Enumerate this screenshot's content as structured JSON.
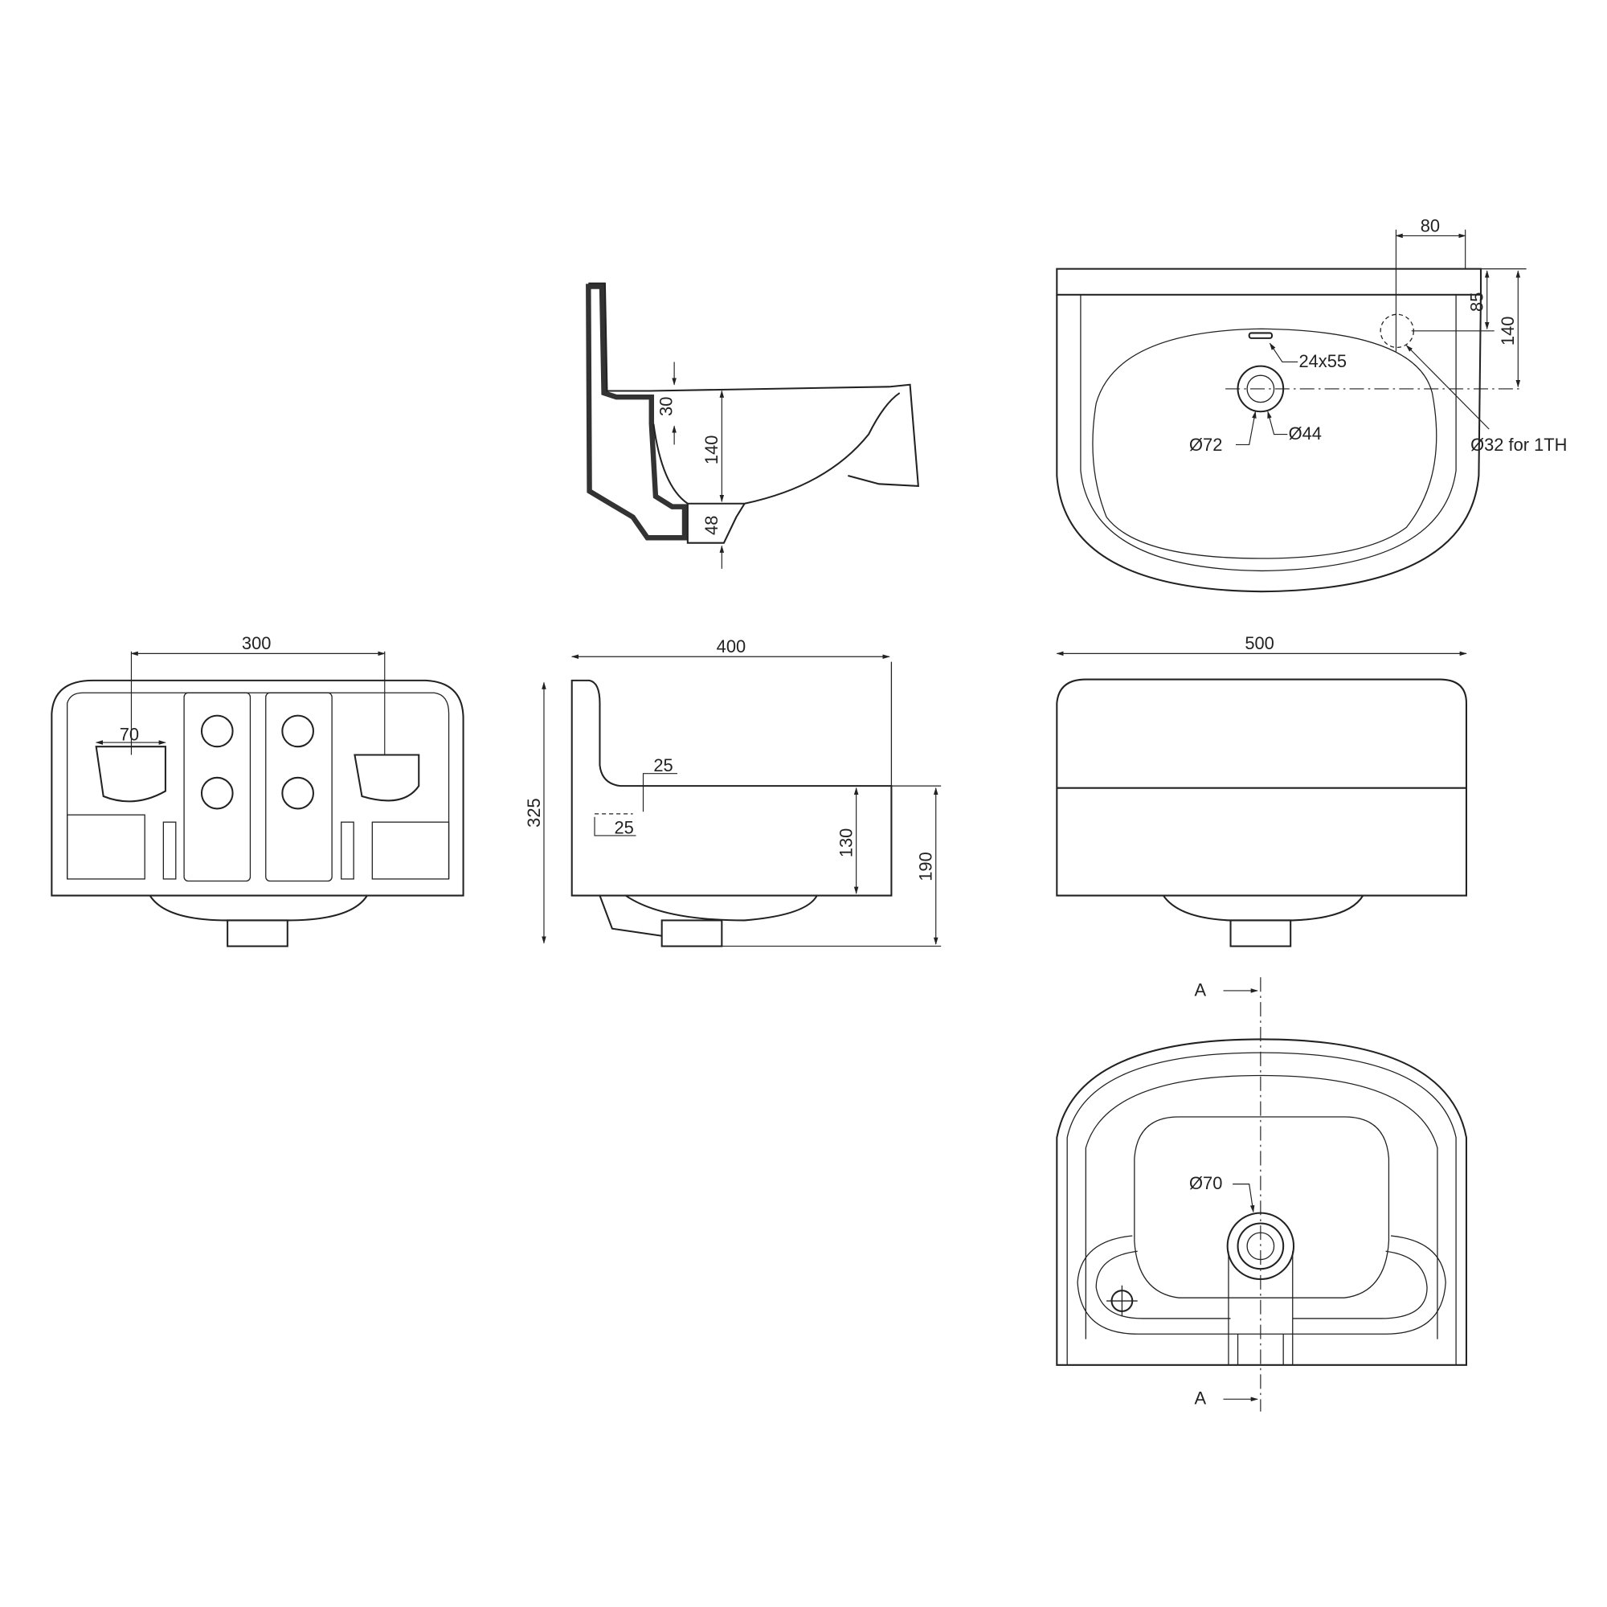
{
  "section_view": {
    "dim_rim_depth": "30",
    "dim_bowl_depth": "140",
    "dim_waste": "48"
  },
  "plan_view_top": {
    "dim_tap_offset": "80",
    "dim_tap_from_back": "85",
    "dim_waste_from_back": "140",
    "overflow_label": "24x55",
    "waste_outer": "Ø72",
    "waste_inner": "Ø44",
    "tap_hole_label": "Ø32 for 1TH"
  },
  "rear_view": {
    "dim_fixing_centres": "300",
    "dim_bracket_width": "70"
  },
  "side_view": {
    "dim_depth": "400",
    "dim_wall_thickness_top": "25",
    "dim_wall_thickness_side": "25",
    "dim_height": "325",
    "dim_front_height": "130",
    "dim_total_front": "190"
  },
  "front_view": {
    "dim_width": "500"
  },
  "plan_view_bottom": {
    "section_marker_top": "A",
    "section_marker_bottom": "A",
    "waste_label": "Ø70"
  }
}
